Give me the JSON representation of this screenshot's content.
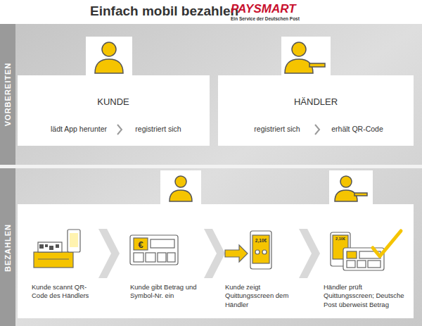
{
  "diagram": {
    "title": "Einfach mobil bezahlen",
    "nodes": [
      {
        "text": [
          "VORBEREITEN"
        ]
      },
      {
        "text": [
          "KUNDE",
          "lädt App herunter",
          "registriert sich"
        ],
        "in": 0
      },
      {
        "text": [
          "HÄNDLER",
          "registriert sich",
          "erhält QR-Code"
        ],
        "in": 0
      },
      {
        "text": [
          "BEZAHLEN"
        ]
      },
      {
        "text": [
          "Kunde scannt QR-Code des Händlers",
          "Kunde gibt Betrag und Symbol-Nr. ein",
          "Kunde zeigt Quittungsscreen dem Händler",
          "Händler prüft Quittungsscreen; Deutsche Post überweist Betrag"
        ],
        "in": 3
      }
    ],
    "labels": [
      "PAYSMART",
      "Ein Service der Deutschen Post",
      "€",
      "2,10€",
      "2,10€"
    ]
  }
}
